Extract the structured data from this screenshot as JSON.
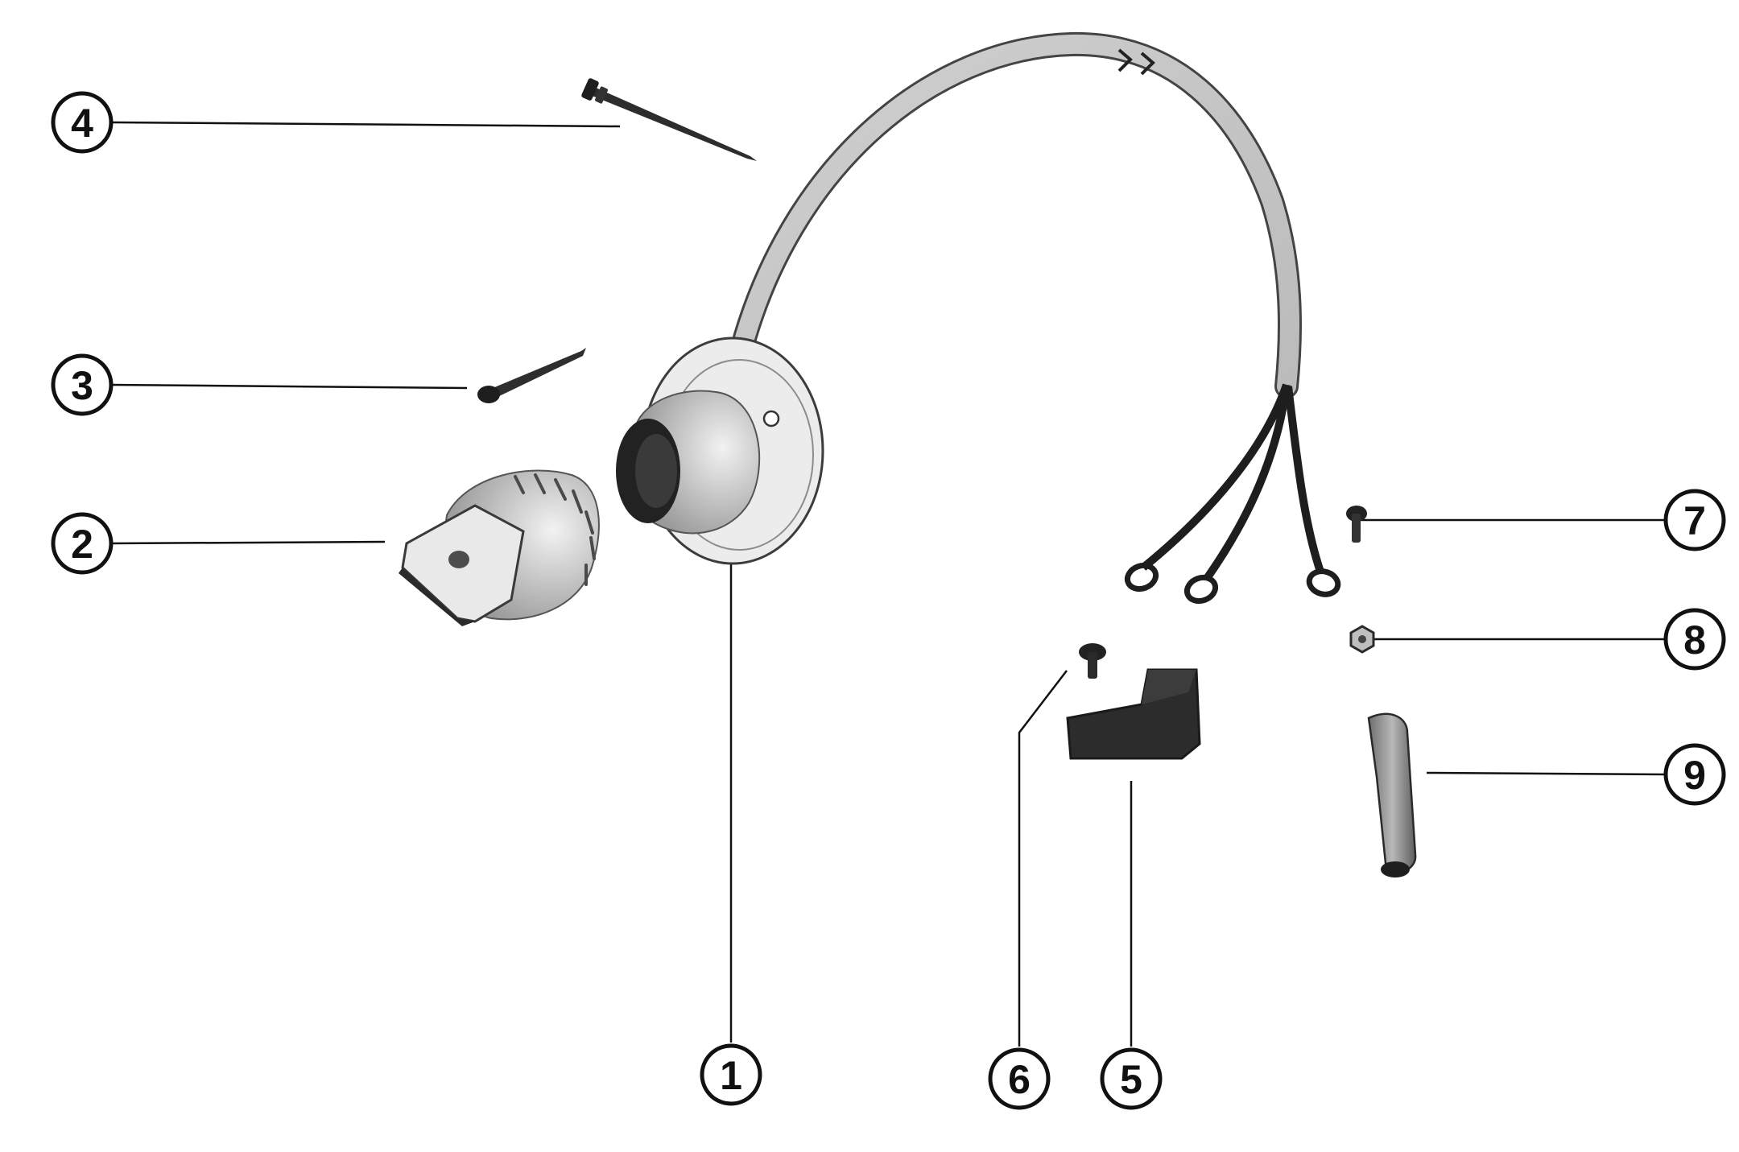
{
  "callouts": [
    {
      "id": "1",
      "label": "1"
    },
    {
      "id": "2",
      "label": "2"
    },
    {
      "id": "3",
      "label": "3"
    },
    {
      "id": "4",
      "label": "4"
    },
    {
      "id": "5",
      "label": "5"
    },
    {
      "id": "6",
      "label": "6"
    },
    {
      "id": "7",
      "label": "7"
    },
    {
      "id": "8",
      "label": "8"
    },
    {
      "id": "9",
      "label": "9"
    }
  ],
  "colors": {
    "ink": "#111111",
    "part_light": "#e4e4e4",
    "part_mid": "#bdbdbd",
    "part_dark": "#3a3a3a",
    "paper": "#ffffff"
  }
}
